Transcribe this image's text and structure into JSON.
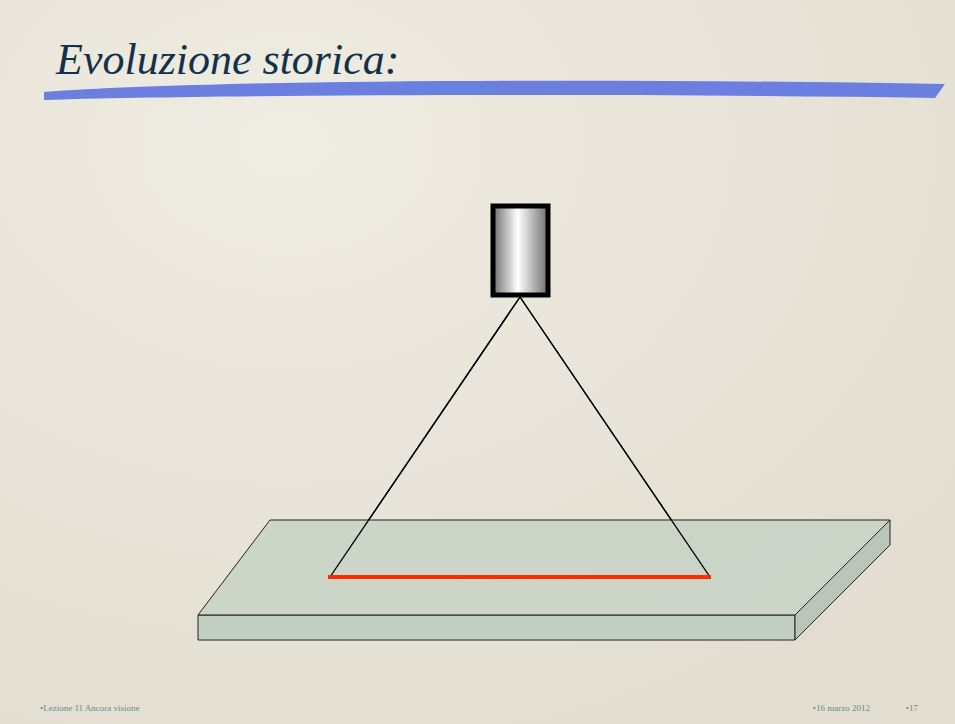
{
  "diagram": {
    "title": "Evoluzione storica:",
    "labels": [
      "•Lezione 11 Ancora visione",
      "•16 marzo 2012",
      "•17"
    ]
  }
}
